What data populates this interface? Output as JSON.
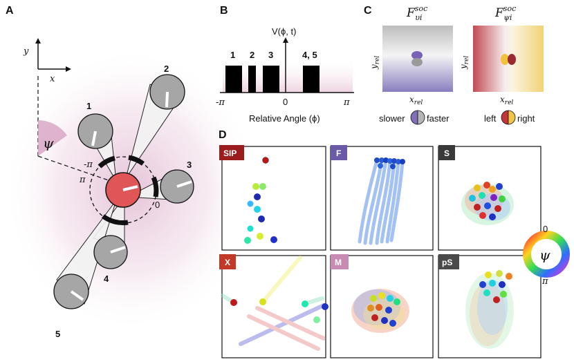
{
  "panels": {
    "a": "A",
    "b": "B",
    "c": "C",
    "d": "D"
  },
  "panel_a": {
    "axis_y": "y",
    "axis_x": "x",
    "psi_symbol": "ψ",
    "neg_pi": "-π",
    "pi": "π",
    "zero": "0",
    "agents": [
      "1",
      "2",
      "3",
      "4",
      "5"
    ]
  },
  "panel_b": {
    "ylabel": "V(ϕ, t)",
    "xlabel": "Relative Angle (ϕ)",
    "tick_left": "-π",
    "tick_mid": "0",
    "tick_right": "π",
    "bar_labels": [
      "1",
      "2",
      "3",
      "4, 5"
    ]
  },
  "panel_c": {
    "left_title": "F",
    "left_sup": "soc",
    "left_sub": "υi",
    "right_title": "F",
    "right_sup": "soc",
    "right_sub": "ψi",
    "y_axis": "y",
    "y_sub": "rel",
    "x_axis": "x",
    "x_sub": "rel",
    "left_legend_slow": "slower",
    "left_legend_fast": "faster",
    "right_legend_left": "left",
    "right_legend_right": "right",
    "colors": {
      "slow": "#8070b8",
      "fast": "#b5b5b5",
      "left": "#c2353b",
      "right": "#f0c545"
    }
  },
  "panel_d": {
    "tags": [
      {
        "label": "SIP",
        "color": "#9b1c1c"
      },
      {
        "label": "F",
        "color": "#6b5aa8"
      },
      {
        "label": "S",
        "color": "#3a3a3a"
      },
      {
        "label": "X",
        "color": "#c23a27"
      },
      {
        "label": "M",
        "color": "#c98bb3"
      },
      {
        "label": "pS",
        "color": "#4a4a4a"
      }
    ],
    "wheel": {
      "symbol": "ψ",
      "top": "0",
      "bottom": "π"
    }
  }
}
